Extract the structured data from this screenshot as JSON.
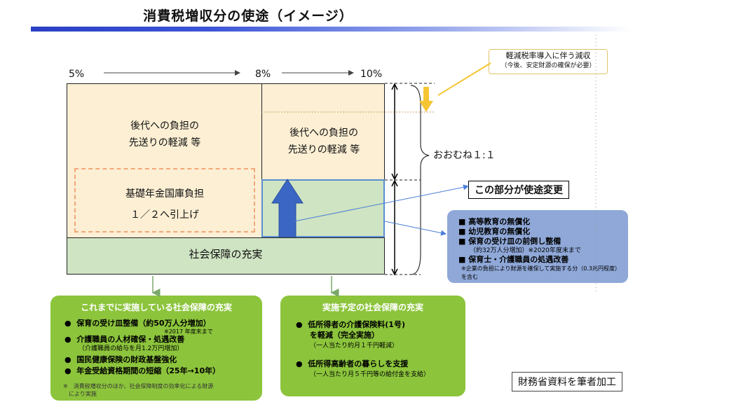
{
  "title": "消費税増収分の使途（イメージ）",
  "percent_labels": [
    "5%",
    "8%",
    "10%"
  ],
  "left_column": {
    "burden_text_1": "後代への負担の",
    "burden_text_2": "先送りの軽減 等",
    "pension_text_1": "基礎年金国庫負担",
    "pension_text_2": "１／２へ引上げ"
  },
  "right_column": {
    "burden_text_1": "後代への負担の",
    "burden_text_2": "先送りの軽減 等"
  },
  "social_security_label": "社会保障の充実",
  "reduction_note": {
    "line1": "軽減税率導入に伴う減収",
    "line2": "（今後、安定財源の確保が必要）"
  },
  "ratio_label": "おおむね１:１",
  "callout_label": "この部分が使途変更",
  "blue_panel": {
    "items": [
      {
        "text": "高等教育の無償化",
        "bullet": "■"
      },
      {
        "text": "幼児教育の無償化",
        "bullet": "■"
      },
      {
        "text": "保育の受け皿の前倒し整備",
        "bullet": "■"
      },
      {
        "text": "（約32万人分増加）※2020年度末まで",
        "sub": true
      },
      {
        "text": "保育士・介護職員の処遇改善",
        "bullet": "■"
      },
      {
        "text": "※企業の負担により財源を確保して実施する分（0.3兆円程度）を含む",
        "sub": true
      }
    ]
  },
  "left_green_panel": {
    "title": "これまでに実施している社会保障の充実",
    "item1": "保育の受け皿整備（約50万人分増加）",
    "item1_note": "※2017 年度末まで",
    "item2": "介護職員の人材確保・処遇改善",
    "item2_sub": "（介護職員の給与を月1.2万円増加）",
    "item3": "国民健康保険の財政基盤強化",
    "item4": "年金受給資格期間の短縮（25年→10年）",
    "footnote_1": "※　消費税増収分のほか、社会保障制度の効率化による財源",
    "footnote_2": "　により実施"
  },
  "right_green_panel": {
    "title": "実施予定の社会保障の充実",
    "item1_a": "低所得者の介護保険料(1号)",
    "item1_b": "を軽減（完全実施）",
    "item1_sub": "（一人当たり約月１千円軽減）",
    "item2": "低所得高齢者の暮らしを支援",
    "item2_sub": "（一人当たり月５千円等の給付金を支給）"
  },
  "bullet_char": "●",
  "source_label": "財務省資料を筆者加工",
  "colors": {
    "title_bar": "#2a3fc4",
    "beige": "#fcefd4",
    "green_block": "#cfe4c3",
    "blue_arrow": "#3b66c4",
    "yellow_arrow": "#f5c534",
    "blue_panel": "#8fa8d8",
    "green_panel": "#8cc43c"
  }
}
